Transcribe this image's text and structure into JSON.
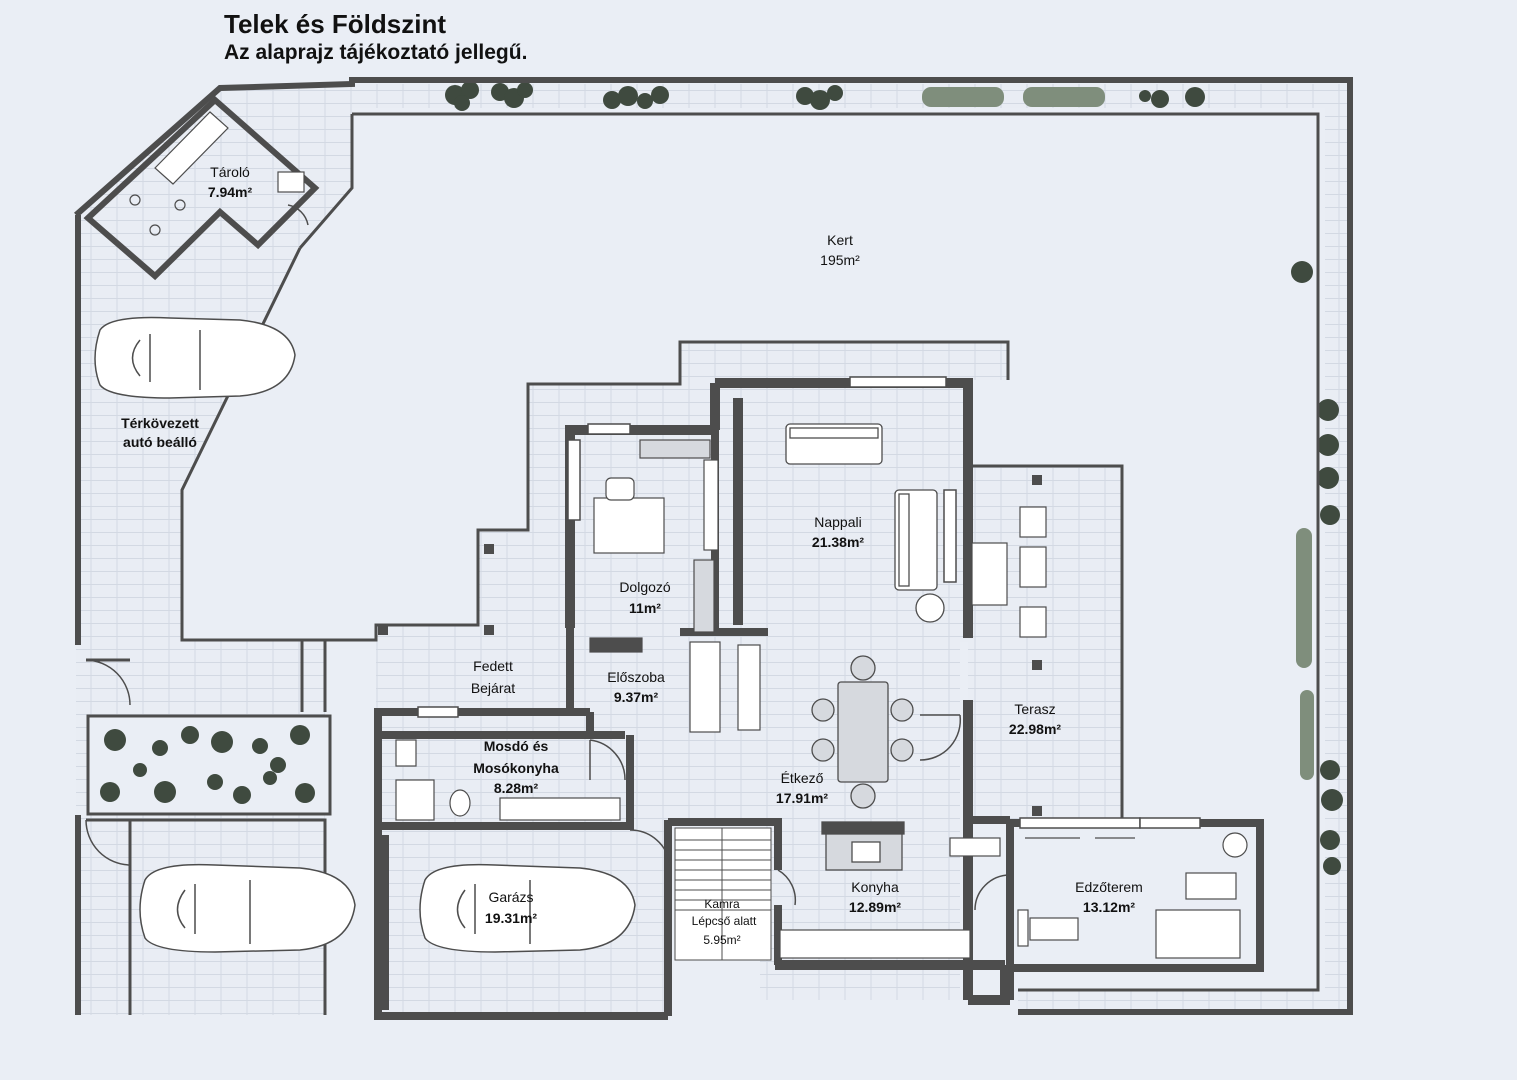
{
  "header": {
    "title": "Telek és Földszint",
    "subtitle": "Az alaprajz tájékoztató jellegű."
  },
  "rooms": {
    "kert": {
      "name": "Kert",
      "area": "195m²"
    },
    "tarolo": {
      "name": "Tároló",
      "area": "7.94m²"
    },
    "parking": {
      "line1": "Térkövezett",
      "line2": "autó beálló"
    },
    "nappali": {
      "name": "Nappali",
      "area": "21.38m²"
    },
    "dolgozo": {
      "name": "Dolgozó",
      "area": "11m²"
    },
    "fedett": {
      "line1": "Fedett",
      "line2": "Bejárat"
    },
    "eloszoba": {
      "name": "Előszoba",
      "area": "9.37m²"
    },
    "terasz": {
      "name": "Terasz",
      "area": "22.98m²"
    },
    "mosdo": {
      "line1": "Mosdó és",
      "line2": "Mosókonyha",
      "area": "8.28m²"
    },
    "etkezo": {
      "name": "Étkező",
      "area": "17.91m²"
    },
    "garazs": {
      "name": "Garázs",
      "area": "19.31m²"
    },
    "kamra": {
      "line1": "Kamra",
      "line2": "Lépcső alatt",
      "area": "5.95m²"
    },
    "konyha": {
      "name": "Konyha",
      "area": "12.89m²"
    },
    "edzoterem": {
      "name": "Edzőterem",
      "area": "13.12m²"
    }
  },
  "colors": {
    "background": "#eaeef5",
    "wall": "#4d4d4d",
    "plant": "#3f4a3f",
    "hedge": "#7f8e7c",
    "furniture": "#ffffff"
  }
}
